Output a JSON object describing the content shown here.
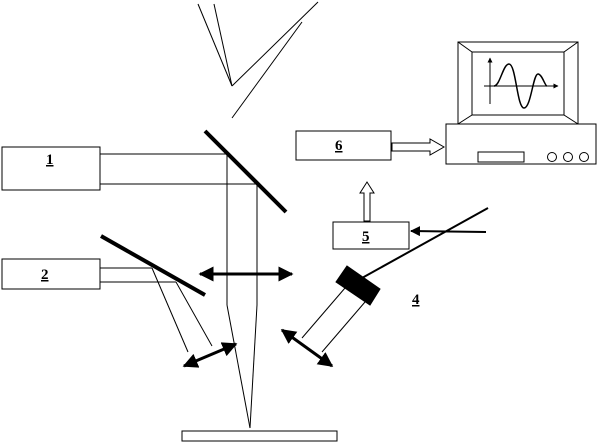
{
  "labels": {
    "block1": "1",
    "block2": "2",
    "block4": "4",
    "block5": "5",
    "block6": "6"
  },
  "icons": {
    "monitor": "computer-monitor-icon",
    "waveform": "oscillation-waveform-icon"
  },
  "colors": {
    "stroke": "#000000",
    "background": "#ffffff"
  }
}
